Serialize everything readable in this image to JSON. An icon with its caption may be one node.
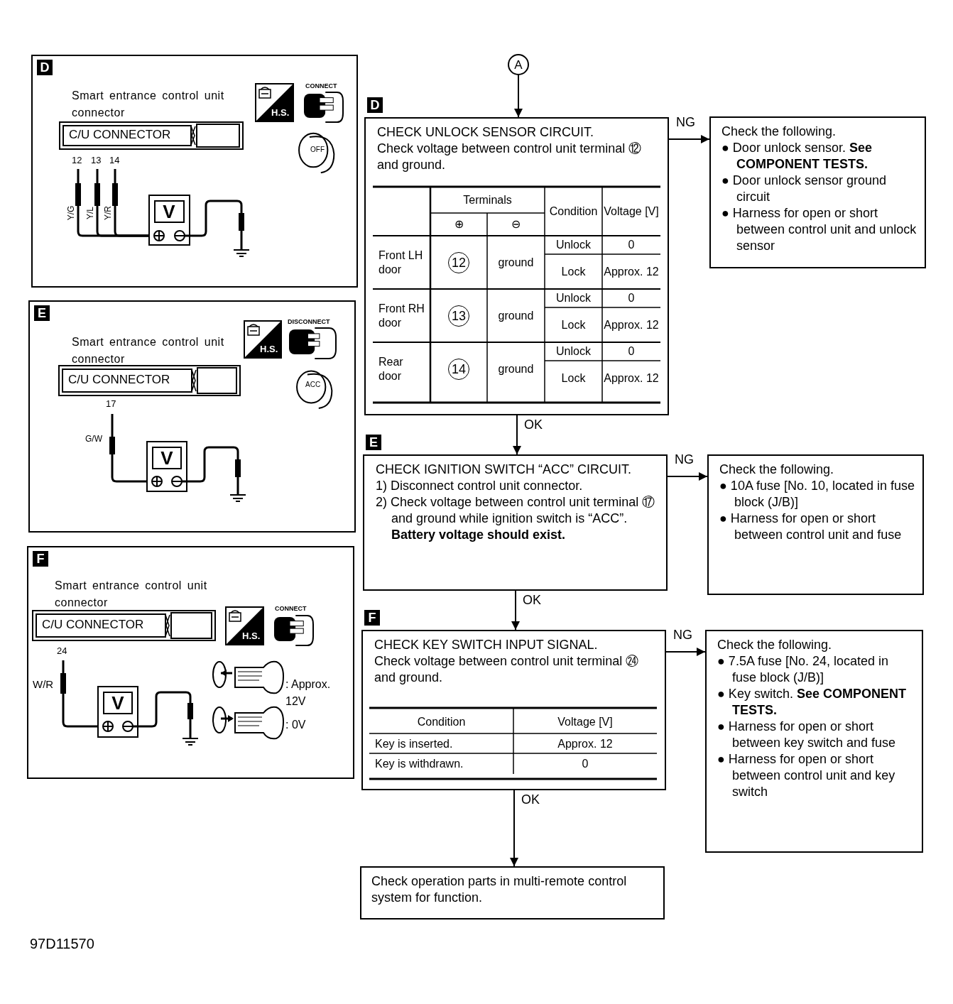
{
  "diagram": {
    "nodes": [
      {
        "text": [
          "D",
          "Smart entrance control unit connector"
        ]
      },
      {
        "text": [
          "E",
          "Smart entrance control unit connector"
        ]
      },
      {
        "text": [
          "F",
          "Smart entrance control unit connector"
        ]
      },
      {
        "text": [
          "A"
        ]
      },
      {
        "text": [
          "D",
          "CHECK UNLOCK SENSOR CIRCUIT.",
          "Check voltage between control unit terminal ⑫ and ground."
        ]
      },
      {
        "text": [
          "Check the following.",
          "● Door unlock sensor. **See COMPONENT TESTS.**",
          "● Door unlock sensor ground circuit",
          "● Harness for open or short between control unit and unlock sensor"
        ]
      },
      {
        "text": [
          "E",
          "CHECK IGNITION SWITCH “ACC” CIRCUIT.",
          "1) Disconnect control unit connector.",
          "2) Check voltage between control unit terminal ⑰ and ground while ignition switch is “ACC”.",
          "Battery voltage should exist."
        ]
      },
      {
        "text": [
          "Check the following.",
          "● 10A fuse [No. 10, located in fuse block (J/B)]",
          "● Harness for open or short between control unit and fuse"
        ]
      },
      {
        "text": [
          "F",
          "CHECK KEY SWITCH INPUT SIGNAL.",
          "Check voltage between control unit terminal ㉔ and ground."
        ]
      },
      {
        "text": [
          "Check the following.",
          "● 7.5A fuse [No. 24, located in fuse block (J/B)]",
          "● Key switch. **See COMPONENT TESTS.**",
          "● Harness for open or short between key switch and fuse",
          "● Harness for open or short between control unit and key switch"
        ]
      },
      {
        "text": [
          "Check operation parts in multi-remote control system for function."
        ]
      }
    ],
    "edges": [
      {
        "from": 3,
        "to": 4,
        "arrow": "to"
      },
      {
        "from": 4,
        "to": 5,
        "arrow": "to",
        "label": "NG"
      },
      {
        "from": 4,
        "to": 6,
        "arrow": "to",
        "label": "OK"
      },
      {
        "from": 6,
        "to": 7,
        "arrow": "to",
        "label": "NG"
      },
      {
        "from": 6,
        "to": 8,
        "arrow": "to",
        "label": "OK"
      },
      {
        "from": 8,
        "to": 9,
        "arrow": "to",
        "label": "NG"
      },
      {
        "from": 8,
        "to": 10,
        "arrow": "to",
        "label": "OK"
      }
    ],
    "labels": [
      "H.S.",
      "CONNECT",
      "C/U CONNECTOR",
      "OFF",
      "12",
      "13",
      "14",
      "Y/G",
      "Y/L",
      "Y/R",
      "V",
      "H.S.",
      "DISCONNECT",
      "C/U CONNECTOR",
      "ACC",
      "17",
      "G/W",
      "V",
      "C/U CONNECTOR",
      "H.S.",
      "CONNECT",
      "24",
      "W/R",
      ": Approx. 12V",
      "V",
      ": 0V",
      "Terminals",
      "Condition",
      "Voltage [V]",
      "⊕",
      "⊖",
      "Front LH door",
      "12",
      "ground",
      "Unlock",
      "0",
      "Lock",
      "Approx. 12",
      "Front RH door",
      "13",
      "ground",
      "Unlock",
      "0",
      "Lock",
      "Approx. 12",
      "Rear door",
      "14",
      "ground",
      "Unlock",
      "0",
      "Lock",
      "Approx. 12",
      "Condition",
      "Voltage [V]",
      "Key is inserted.",
      "Approx. 12",
      "Key is withdrawn.",
      "0",
      "97D11570"
    ]
  }
}
